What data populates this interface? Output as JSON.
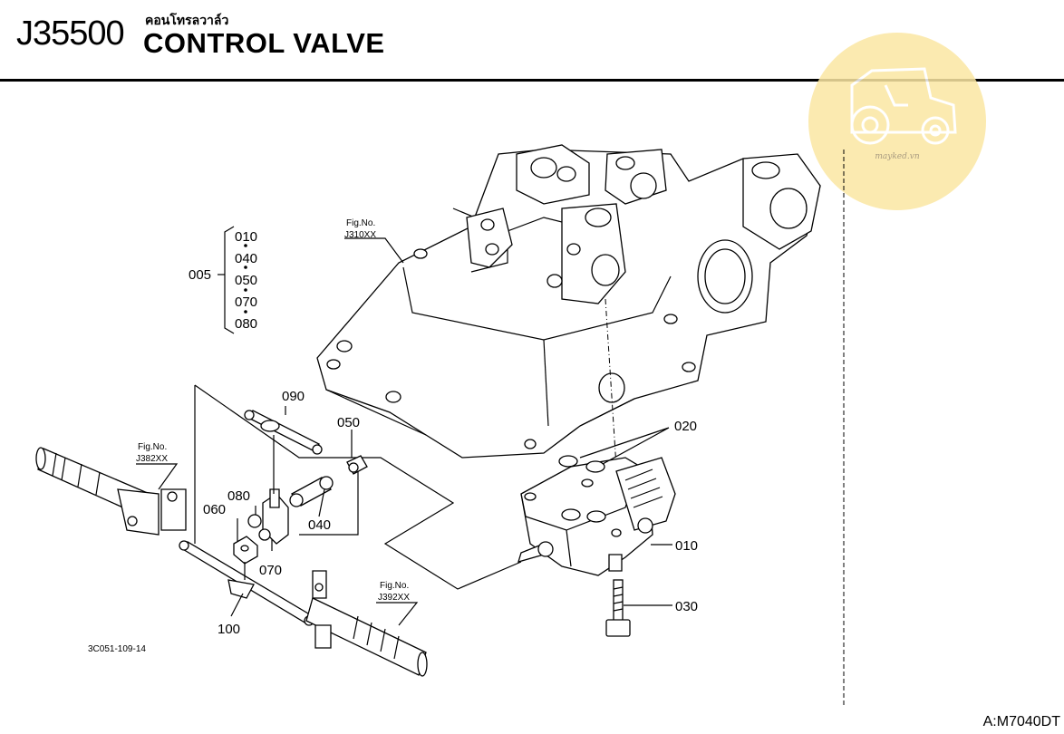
{
  "header": {
    "code": "J35500",
    "thai_title": "คอนโทรลวาล์ว",
    "title": "CONTROL VALVE"
  },
  "watermark": {
    "text": "mayked.vn"
  },
  "figure_id": "3C051-109-14",
  "page_ref": "A:M7040DT",
  "figure_refs": {
    "j310": {
      "label": "Fig.No.",
      "value": "J310XX"
    },
    "j382": {
      "label": "Fig.No.",
      "value": "J382XX"
    },
    "j392": {
      "label": "Fig.No.",
      "value": "J392XX"
    }
  },
  "assembly": {
    "parent": "005",
    "children": [
      "010",
      "040",
      "050",
      "070",
      "080"
    ]
  },
  "parts": {
    "p010": "010",
    "p020": "020",
    "p030": "030",
    "p040": "040",
    "p050": "050",
    "p060": "060",
    "p070": "070",
    "p080": "080",
    "p090": "090",
    "p100": "100"
  }
}
